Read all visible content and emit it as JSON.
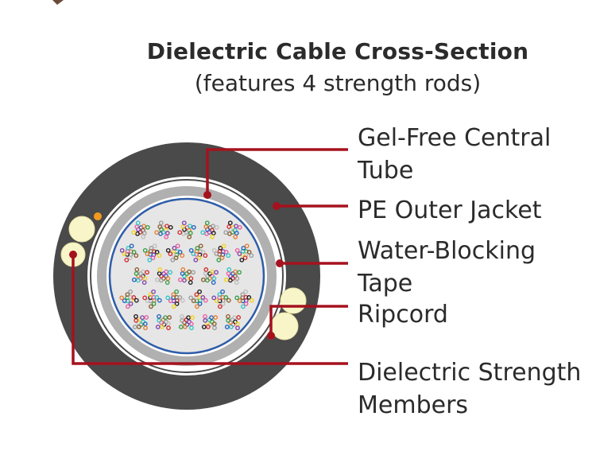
{
  "title": "Dielectric Cable Cross-Section",
  "subtitle": "(features 4 strength rods)",
  "labels": {
    "central_tube": "Gel-Free Central\nTube",
    "outer_jacket": "PE Outer Jacket",
    "water_blocking": "Water-Blocking\nTape",
    "ripcord": "Ripcord",
    "strength_members": "Dielectric Strength\nMembers"
  },
  "colors": {
    "jacket": "#4a4a4a",
    "tube_fill": "#e6e6e6",
    "tube_ring": "#b0b0b0",
    "blue_ring": "#2e5da8",
    "leader": "#a5121e",
    "strength_member": "#f8f6c9",
    "ripcord": "#f39a1e",
    "text": "#2b2b2b"
  },
  "fiber_colors": [
    "#1f5fbf",
    "#e8792a",
    "#2f9e44",
    "#8b5a2b",
    "#9a9a9a",
    "#ffffff",
    "#d62828",
    "#1a1a1a",
    "#f2d21b",
    "#7b3fb0",
    "#e85aa0",
    "#2ec4c4"
  ]
}
